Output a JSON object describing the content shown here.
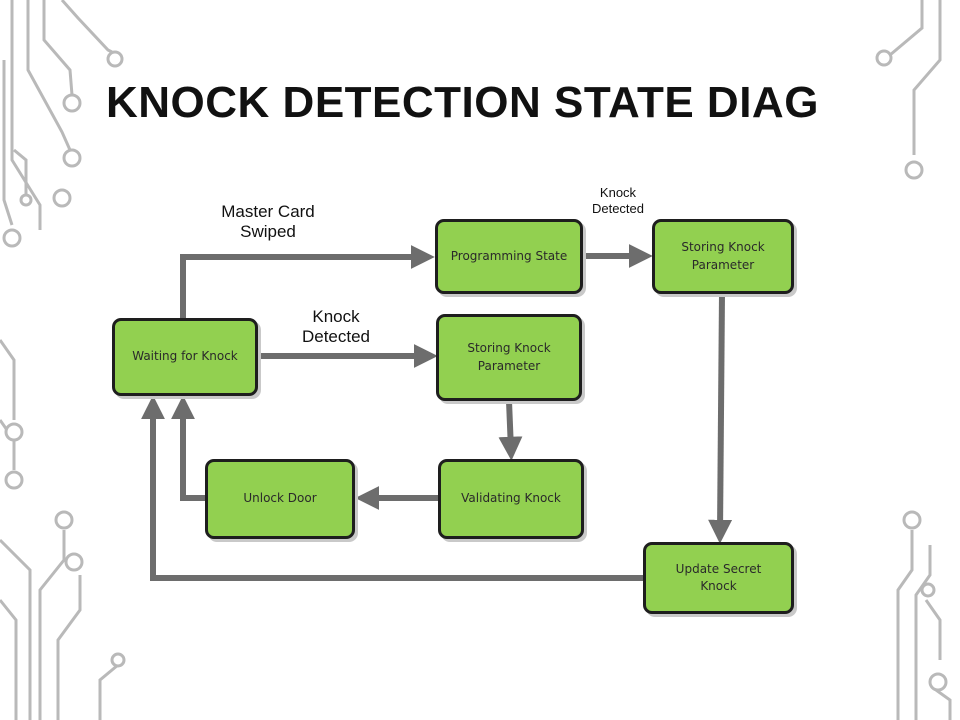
{
  "slide": {
    "title": "KNOCK DETECTION STATE DIAG"
  },
  "colors": {
    "state_fill": "#92d050",
    "state_border": "#1e1e1e",
    "arrow": "#6d6d6d",
    "circuit_decor": "#b9b9b9"
  },
  "states": {
    "waiting": "Waiting for Knock",
    "programming": "Programming State",
    "storing_top": "Storing Knock Parameter",
    "storing_mid": "Storing Knock Parameter",
    "validating": "Validating Knock",
    "unlock": "Unlock Door",
    "update": "Update Secret Knock"
  },
  "transitions": {
    "master_card": "Master Card Swiped",
    "knock_detected_main": "Knock Detected",
    "knock_detected_top": "Knock Detected"
  }
}
